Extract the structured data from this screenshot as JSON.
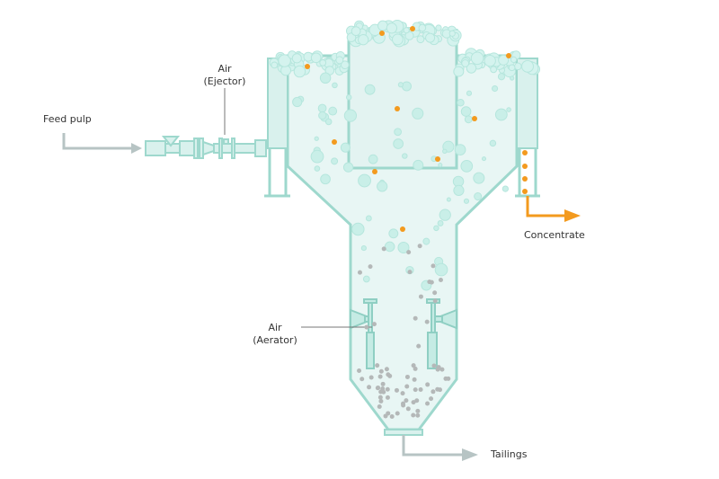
{
  "labels": {
    "feed": "Feed pulp",
    "ejector_air": "Air",
    "ejector_type": "(Ejector)",
    "aerator_air": "Air",
    "aerator_type": "(Aerator)",
    "concentrate": "Concentrate",
    "tailings": "Tailings"
  },
  "colors": {
    "tank_fill": "#e8f6f4",
    "tank_stroke": "#9ed8cd",
    "bubble": "#c9efe8",
    "mineral": "#f39a1e",
    "gangue": "#b4b8b8",
    "arrow_gray": "#b7c4c4",
    "arrow_orange": "#f39a1e"
  }
}
